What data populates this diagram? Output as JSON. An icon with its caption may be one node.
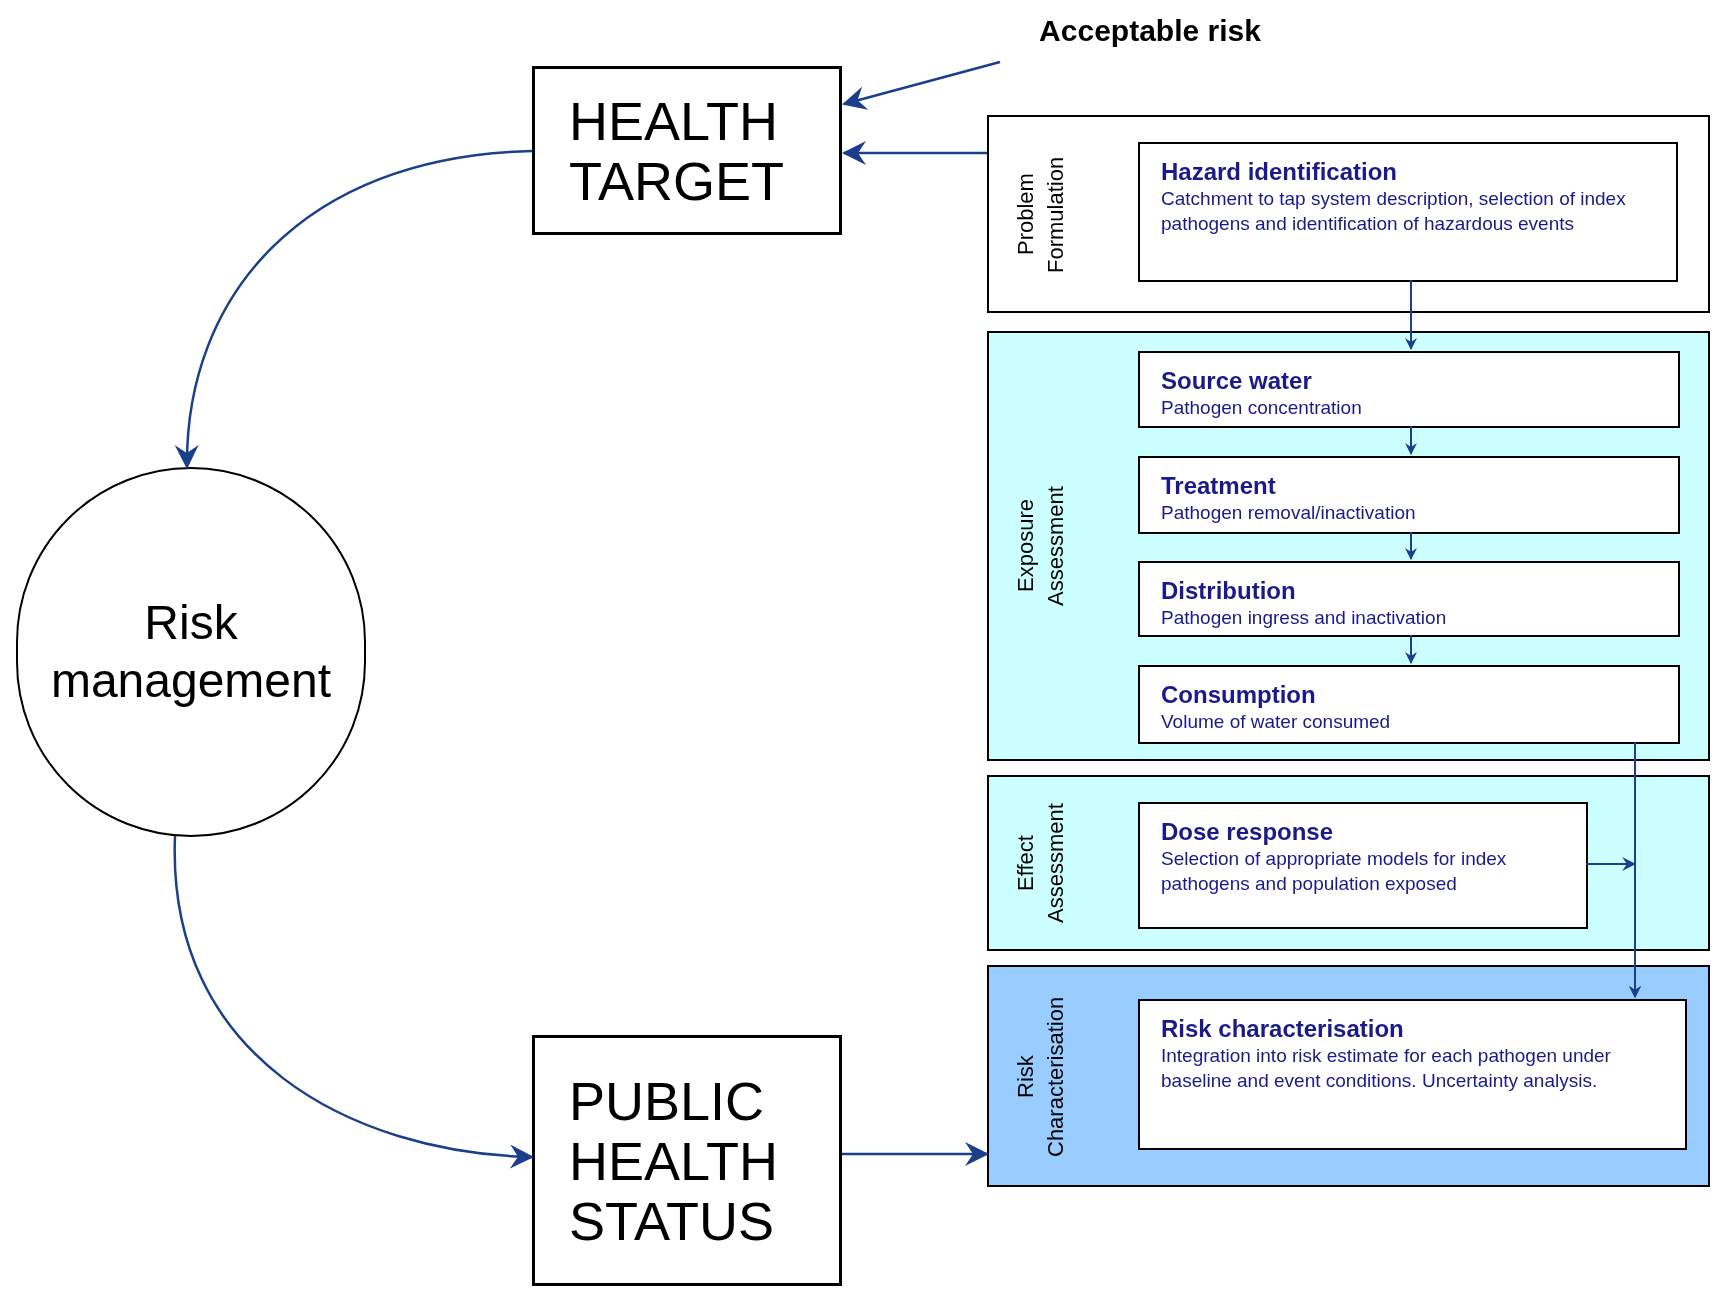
{
  "diagram": {
    "nodes": [
      {
        "text": [
          "Acceptable risk"
        ]
      },
      {
        "text": [
          "HEALTH TARGET"
        ]
      },
      {
        "text": [
          "Risk management"
        ]
      },
      {
        "text": [
          "PUBLIC HEALTH STATUS"
        ]
      },
      {
        "text": [
          "Problem Formulation"
        ]
      },
      {
        "text": [
          "Hazard identification",
          "Catchment to tap system description, selection of index pathogens and identification of hazardous events"
        ],
        "in": 4
      },
      {
        "text": [
          "Exposure Assessment"
        ]
      },
      {
        "text": [
          "Source water",
          "Pathogen concentration"
        ],
        "in": 6
      },
      {
        "text": [
          "Treatment",
          "Pathogen removal/inactivation"
        ],
        "in": 6
      },
      {
        "text": [
          "Distribution",
          "Pathogen ingress and inactivation"
        ],
        "in": 6
      },
      {
        "text": [
          "Consumption",
          "Volume of water consumed"
        ],
        "in": 6
      },
      {
        "text": [
          "Effect Assessment"
        ]
      },
      {
        "text": [
          "Dose response",
          "Selection of appropriate models for index pathogens and population exposed"
        ],
        "in": 11
      },
      {
        "text": [
          "Risk Characterisation"
        ]
      },
      {
        "text": [
          "Risk characterisation",
          "Integration into risk estimate for each pathogen under baseline and event conditions. Uncertainty analysis."
        ],
        "in": 13
      }
    ],
    "edges": [
      {
        "from": 0,
        "to": 1,
        "arrow": "to"
      },
      {
        "from": 4,
        "to": 1,
        "arrow": "to"
      },
      {
        "from": 1,
        "to": 2,
        "arrow": "to"
      },
      {
        "from": 2,
        "to": 3,
        "arrow": "to"
      },
      {
        "from": 3,
        "to": 13,
        "arrow": "to"
      },
      {
        "from": 5,
        "to": 7,
        "arrow": "to"
      },
      {
        "from": 7,
        "to": 8,
        "arrow": "to"
      },
      {
        "from": 8,
        "to": 9,
        "arrow": "to"
      },
      {
        "from": 9,
        "to": 10,
        "arrow": "to"
      },
      {
        "from": 10,
        "to": 14,
        "arrow": "to"
      },
      {
        "from": 12,
        "to": 14,
        "arrow": "to"
      }
    ]
  }
}
